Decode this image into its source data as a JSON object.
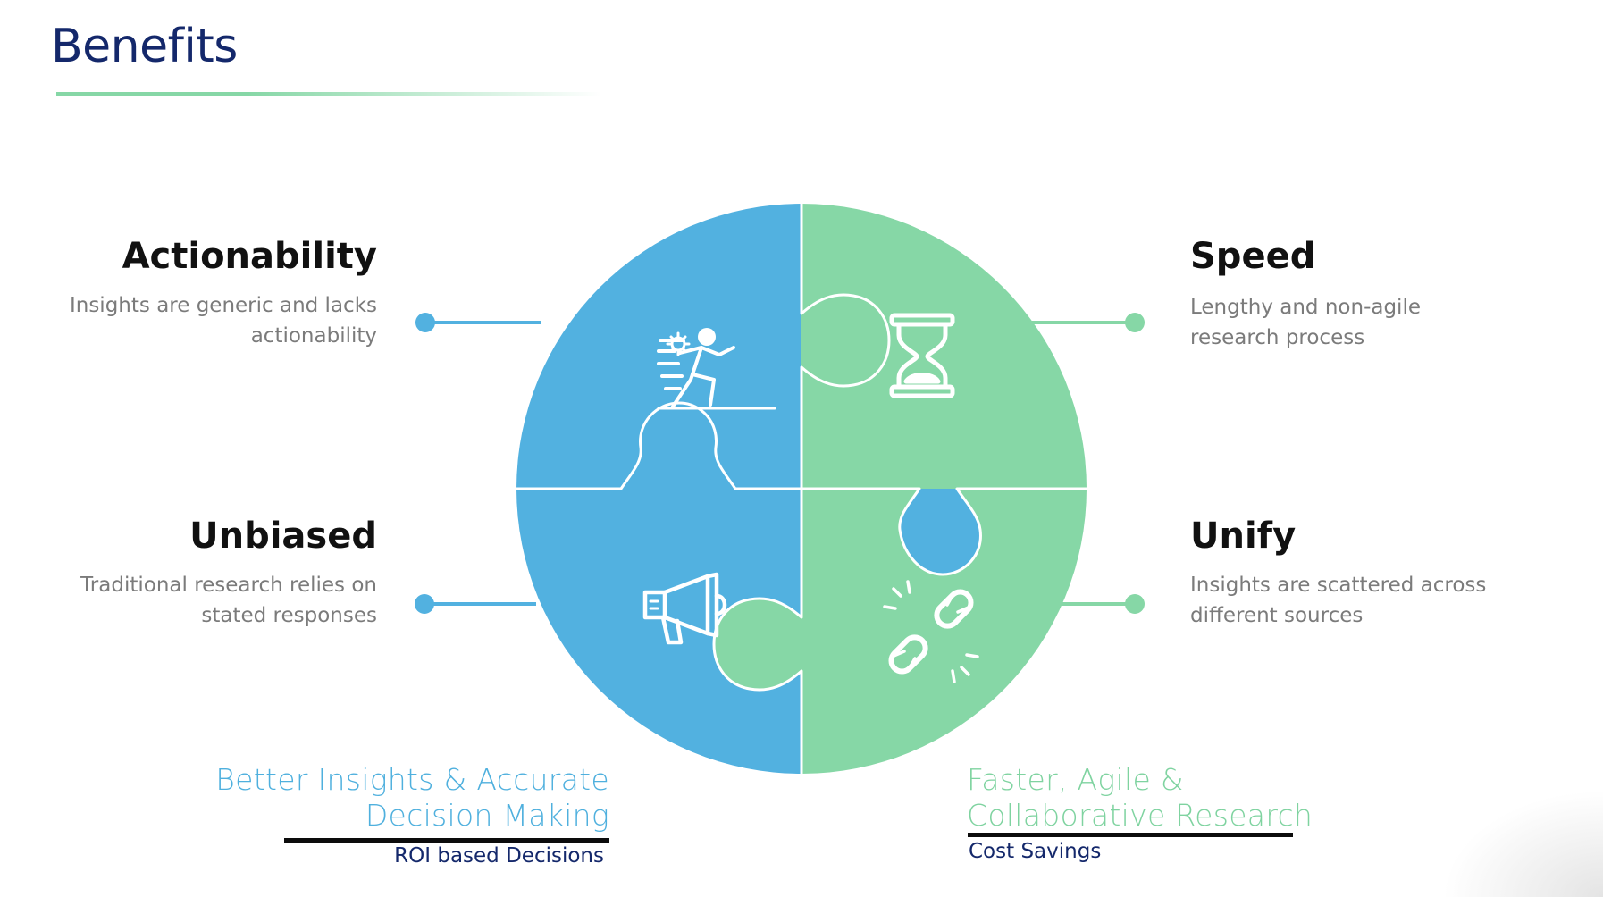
{
  "title": "Benefits",
  "colors": {
    "blue": "#52b1e0",
    "green": "#86d7a6",
    "navy": "#14286b"
  },
  "benefits": [
    {
      "heading": "Actionability",
      "desc_line1": "Insights are generic and lacks",
      "desc_line2": "actionability",
      "icon": "running-person-gear-icon"
    },
    {
      "heading": "Speed",
      "desc_line1": "Lengthy and non-agile",
      "desc_line2": "research process",
      "icon": "hourglass-icon"
    },
    {
      "heading": "Unbiased",
      "desc_line1": "Traditional research relies on",
      "desc_line2": "stated responses",
      "icon": "megaphone-icon"
    },
    {
      "heading": "Unify",
      "desc_line1": "Insights are scattered across",
      "desc_line2": "different sources",
      "icon": "broken-link-icon"
    }
  ],
  "outcomes": {
    "left": {
      "line1": "Better Insights & Accurate",
      "line2": "Decision Making",
      "sub": "ROI based Decisions"
    },
    "right": {
      "line1": "Faster, Agile &",
      "line2": "Collaborative Research",
      "sub": "Cost Savings"
    }
  }
}
